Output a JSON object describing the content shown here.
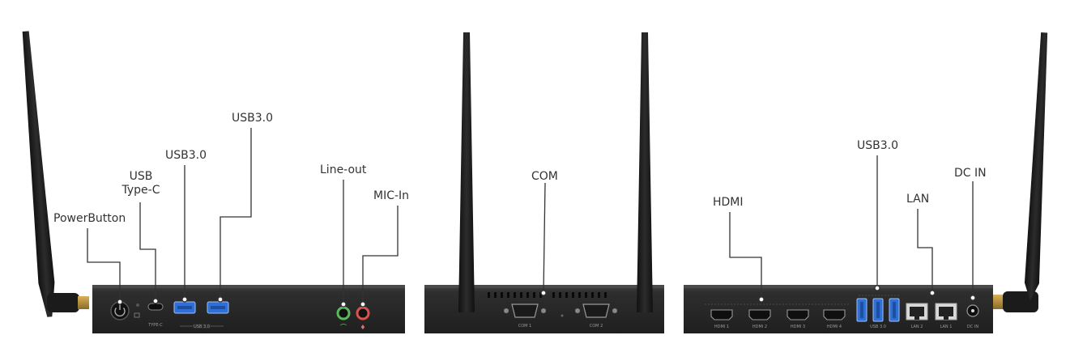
{
  "colors": {
    "chassis": "#2b2b2b",
    "chassis_top": "#3a3a3a",
    "antenna": "#1e1e1e",
    "gold": "#b8913c",
    "usb_blue": "#2f6fd6",
    "line_out_green": "#5cb85c",
    "mic_pink": "#d9534f",
    "leader_line": "#333333"
  },
  "front_panel": {
    "labels": {
      "power_button": "PowerButton",
      "usb_type_c_line1": "USB",
      "usb_type_c_line2": "Type-C",
      "usb30_a": "USB3.0",
      "usb30_b": "USB3.0",
      "line_out": "Line-out",
      "mic_in": "MIC-In"
    },
    "silkscreen": {
      "type_c": "TYPE-C",
      "usb30": "USB 3.0"
    }
  },
  "middle_panel": {
    "labels": {
      "com": "COM"
    },
    "silkscreen": {
      "com1": "COM 1",
      "com2": "COM 2"
    }
  },
  "rear_panel": {
    "labels": {
      "hdmi": "HDMI",
      "usb30": "USB3.0",
      "lan": "LAN",
      "dc_in": "DC IN"
    },
    "silkscreen": {
      "hdmi1": "HDMI 1",
      "hdmi2": "HDMI 2",
      "hdmi3": "HDMI 3",
      "hdmi4": "HDMI 4",
      "usb30": "USB 3.0",
      "lan2": "LAN 2",
      "lan1": "LAN 1",
      "dc_in": "DC IN"
    }
  }
}
